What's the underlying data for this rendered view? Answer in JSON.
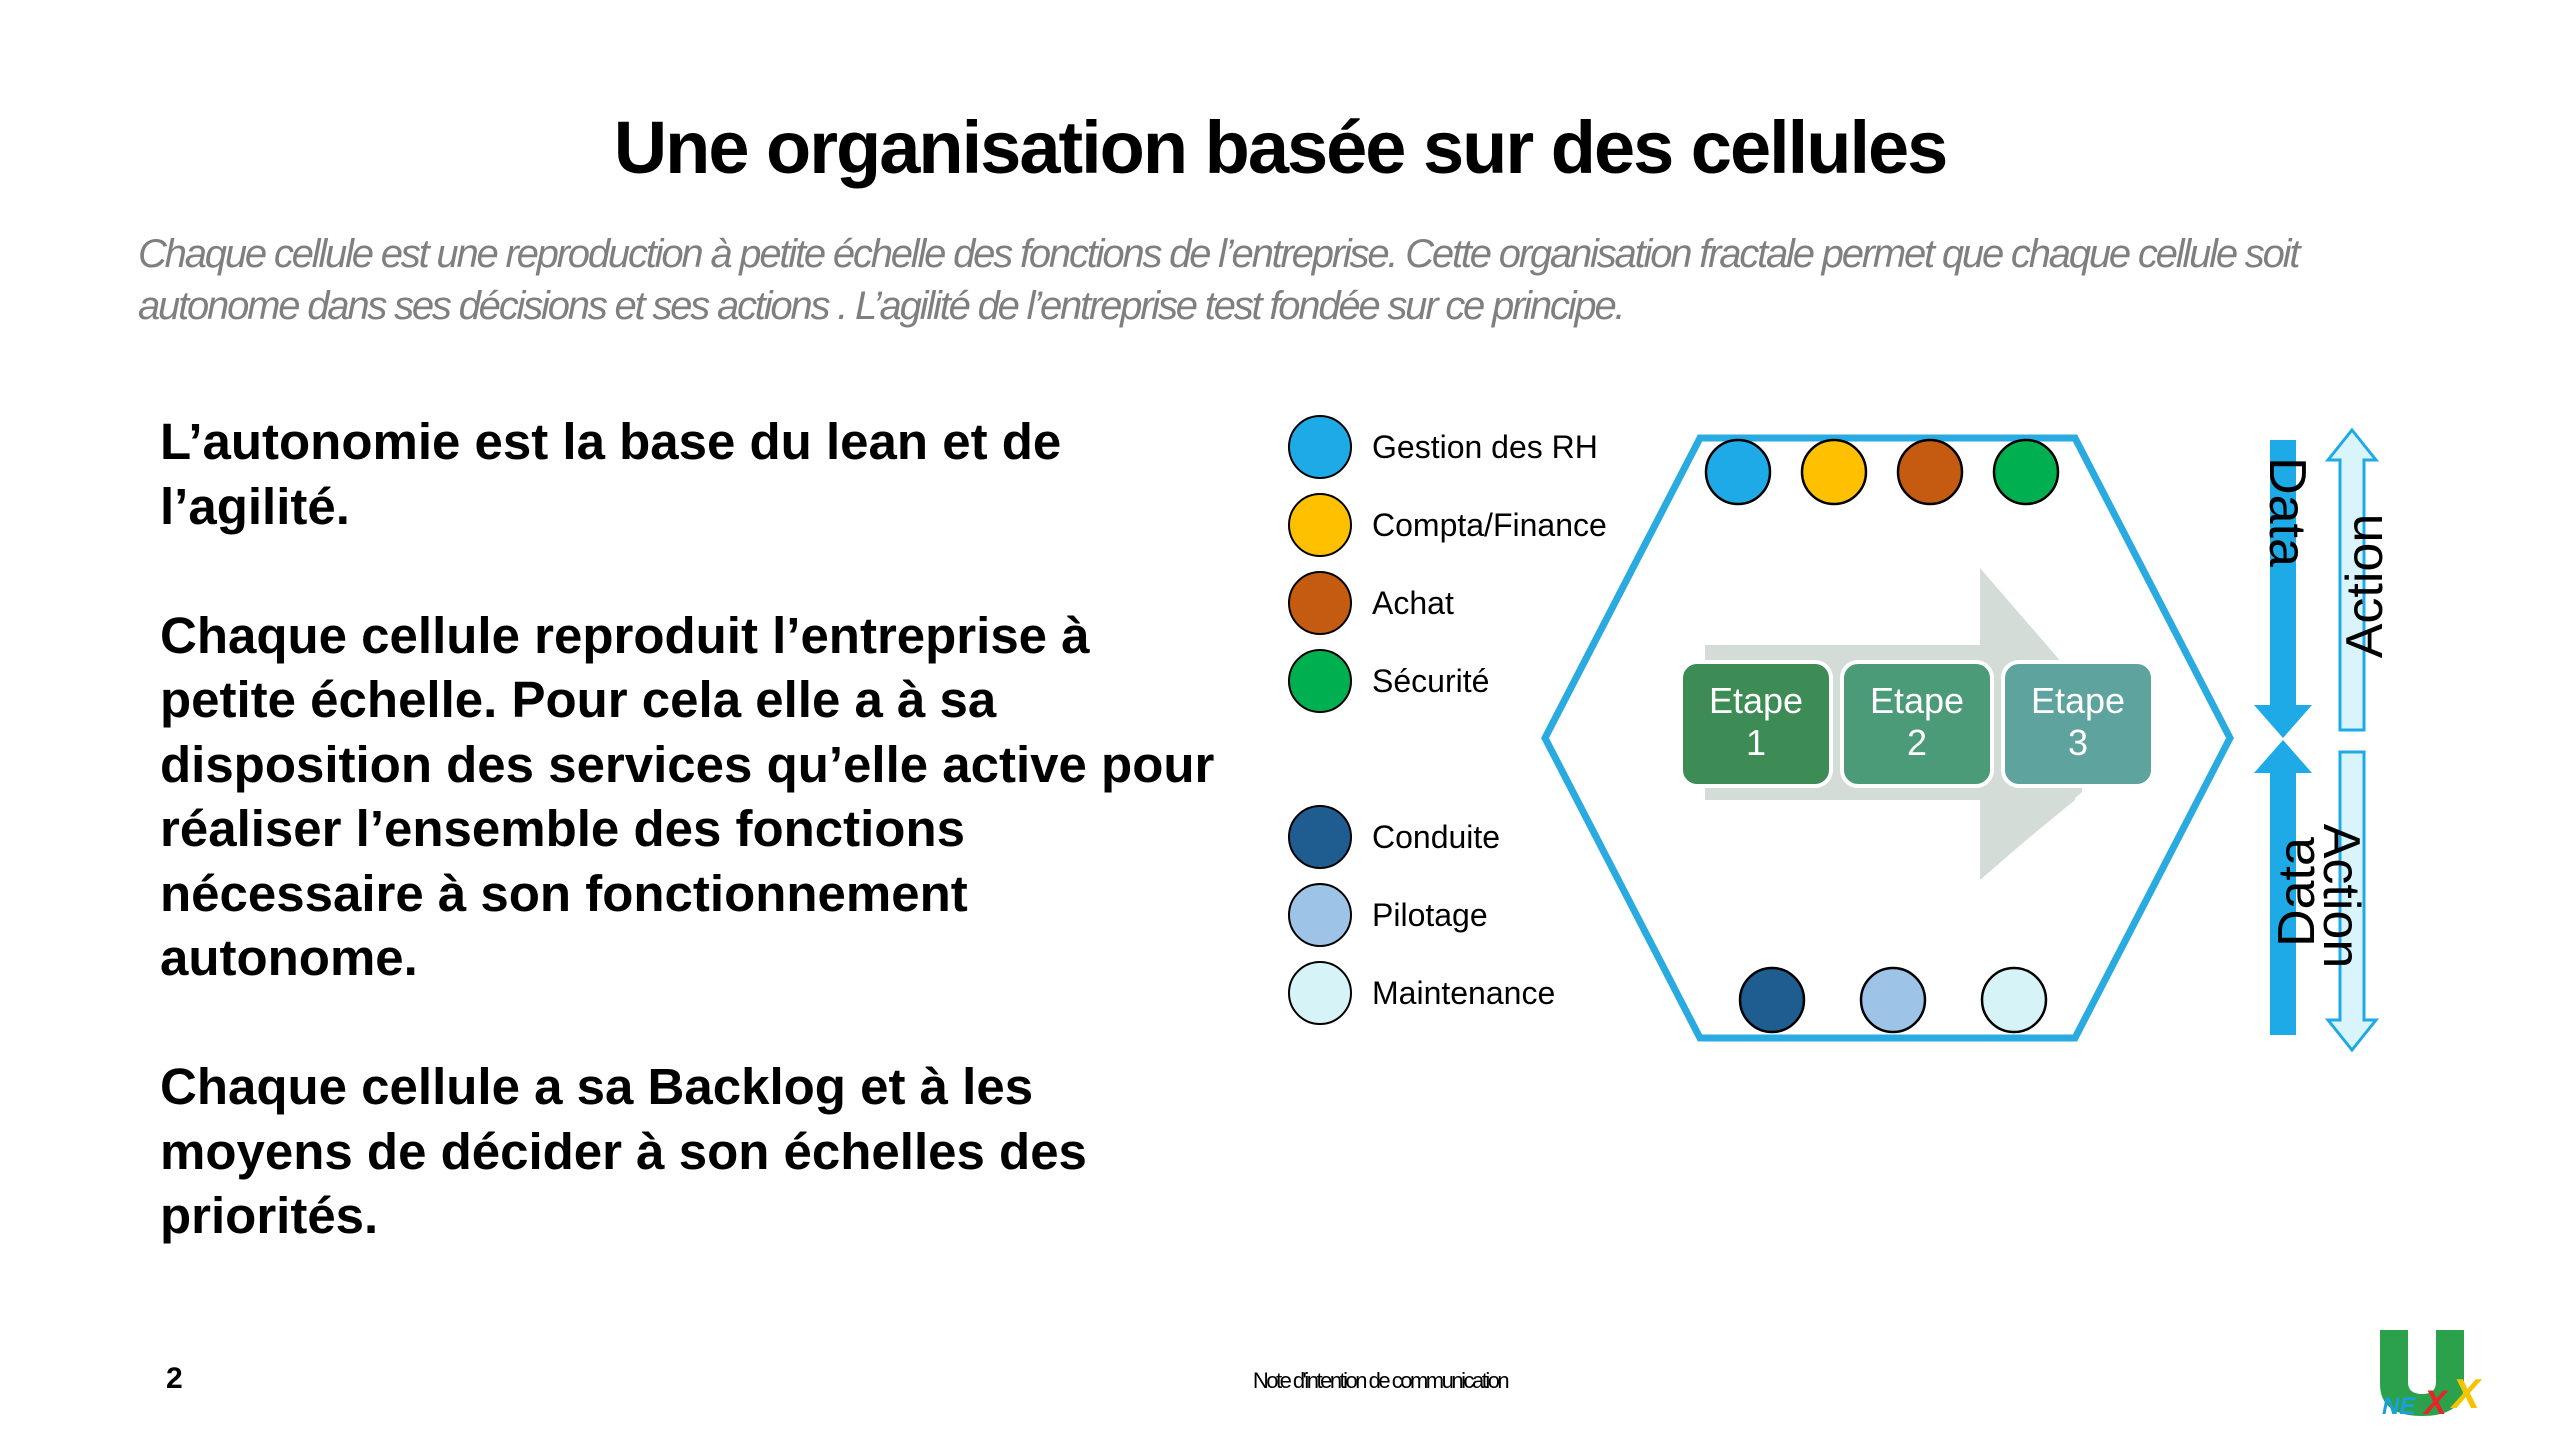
{
  "slide": {
    "title": "Une organisation basée sur des cellules",
    "subtitle_lines": [
      "Chaque cellule est une reproduction à petite échelle des fonctions de l’entreprise. Cette organisation fractale permet que chaque cellule soit",
      "autonome dans ses décisions et ses actions . L’agilité de l’entreprise test fondée sur ce principe."
    ],
    "paragraphs": [
      "L’autonomie est la base du lean et de l’agilité.",
      "Chaque cellule reproduit l’entreprise à petite échelle. Pour cela elle a à sa disposition des services qu’elle active pour réaliser l’ensemble des fonctions nécessaire à son fonctionnement autonome.",
      "Chaque cellule a sa Backlog et à les moyens de décider à son échelles des priorités."
    ],
    "page_number": "2",
    "footer_note": "Note d'intention de communication",
    "logo": {
      "main_letter": "U",
      "sub_text": "NEXX",
      "colors": [
        "#2aa14a",
        "#1aa0e0",
        "#e8242a",
        "#f5c400"
      ]
    }
  },
  "legend": {
    "support_functions": [
      {
        "label": "Gestion des RH",
        "color": "#1eaae7"
      },
      {
        "label": "Compta/Finance",
        "color": "#ffc000"
      },
      {
        "label": "Achat",
        "color": "#c55a11"
      },
      {
        "label": "Sécurité",
        "color": "#00b050"
      }
    ],
    "operations_functions": [
      {
        "label": "Conduite",
        "color": "#1f5c8f"
      },
      {
        "label": "Pilotage",
        "color": "#9dc3e6"
      },
      {
        "label": "Maintenance",
        "color": "#d6f3f7"
      }
    ]
  },
  "diagram": {
    "hexagon_color": "#29abe2",
    "arrow_color": "#d3dcd6",
    "steps": [
      {
        "line1": "Etape",
        "line2": "1",
        "color": "#3d8b55"
      },
      {
        "line1": "Etape",
        "line2": "2",
        "color": "#4b9a78"
      },
      {
        "line1": "Etape",
        "line2": "3",
        "color": "#5fa39f"
      }
    ],
    "side_flows": {
      "data_label_top": "Data",
      "data_label_bottom": "Data",
      "action_label_top": "Action",
      "action_label_bottom": "Action",
      "data_color": "#1eaae7",
      "action_fill": "#d9f4fa",
      "action_stroke": "#1eaae7"
    }
  }
}
